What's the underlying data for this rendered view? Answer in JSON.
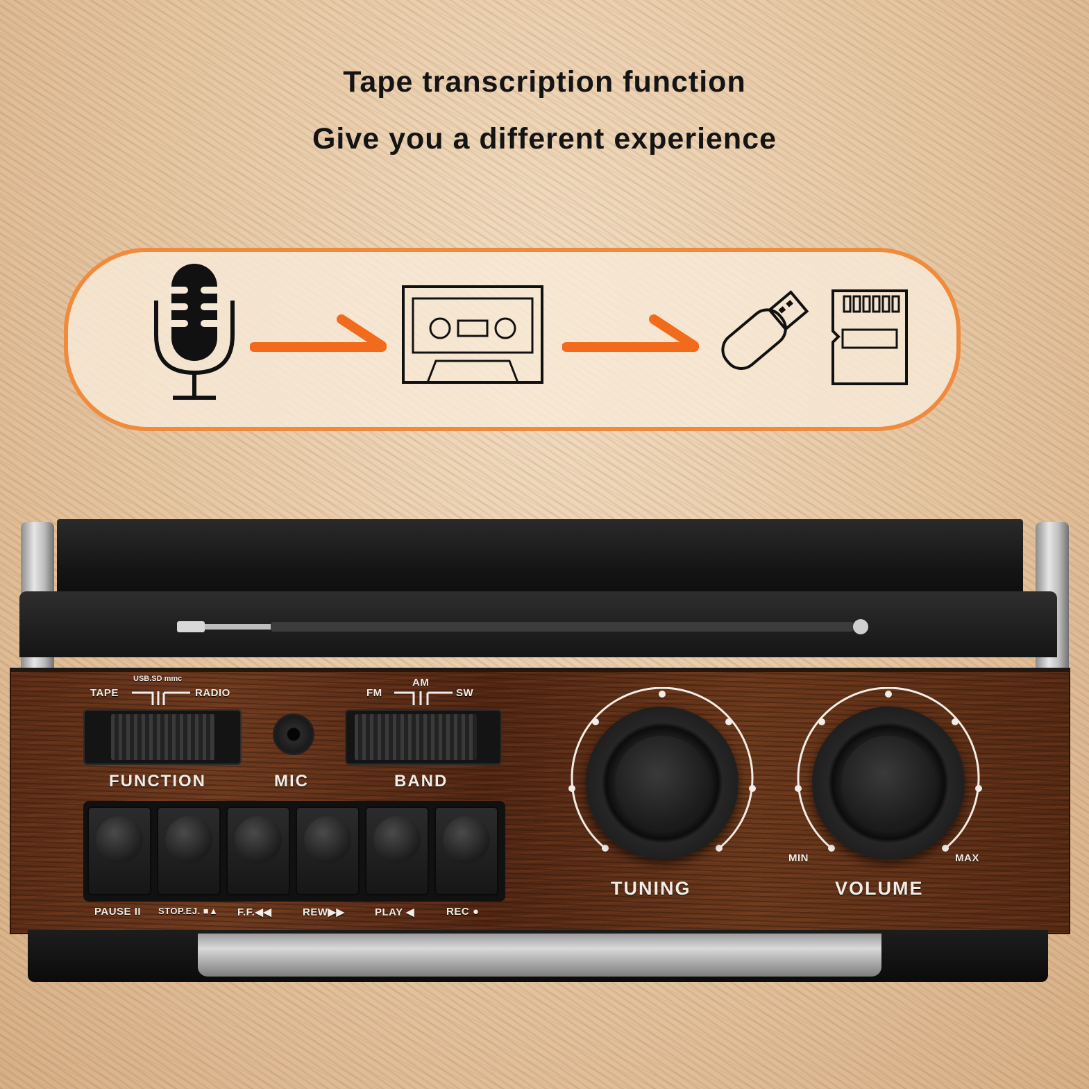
{
  "headline": {
    "line1": "Tape transcription function",
    "line2": "Give you a different experience"
  },
  "flow": {
    "accent_color": "#f08a3c",
    "steps": [
      "microphone-icon",
      "cassette-tape-icon",
      "usb-drive-icon",
      "sd-card-icon"
    ]
  },
  "device": {
    "function_switch": {
      "label": "FUNCTION",
      "left_option": "TAPE",
      "middle_option": "USB.SD mmc",
      "right_option": "RADIO"
    },
    "mic": {
      "label": "MIC"
    },
    "band_switch": {
      "label": "BAND",
      "left_option": "FM",
      "middle_option": "AM",
      "right_option": "SW"
    },
    "keys": [
      {
        "label": "PAUSE II"
      },
      {
        "label": "STOP.EJ. ■▲"
      },
      {
        "label": "F.F.◀◀"
      },
      {
        "label": "REW▶▶"
      },
      {
        "label": "PLAY ◀"
      },
      {
        "label": "REC ●"
      }
    ],
    "tuning": {
      "label": "TUNING"
    },
    "volume": {
      "label": "VOLUME",
      "min": "MIN",
      "max": "MAX"
    }
  }
}
